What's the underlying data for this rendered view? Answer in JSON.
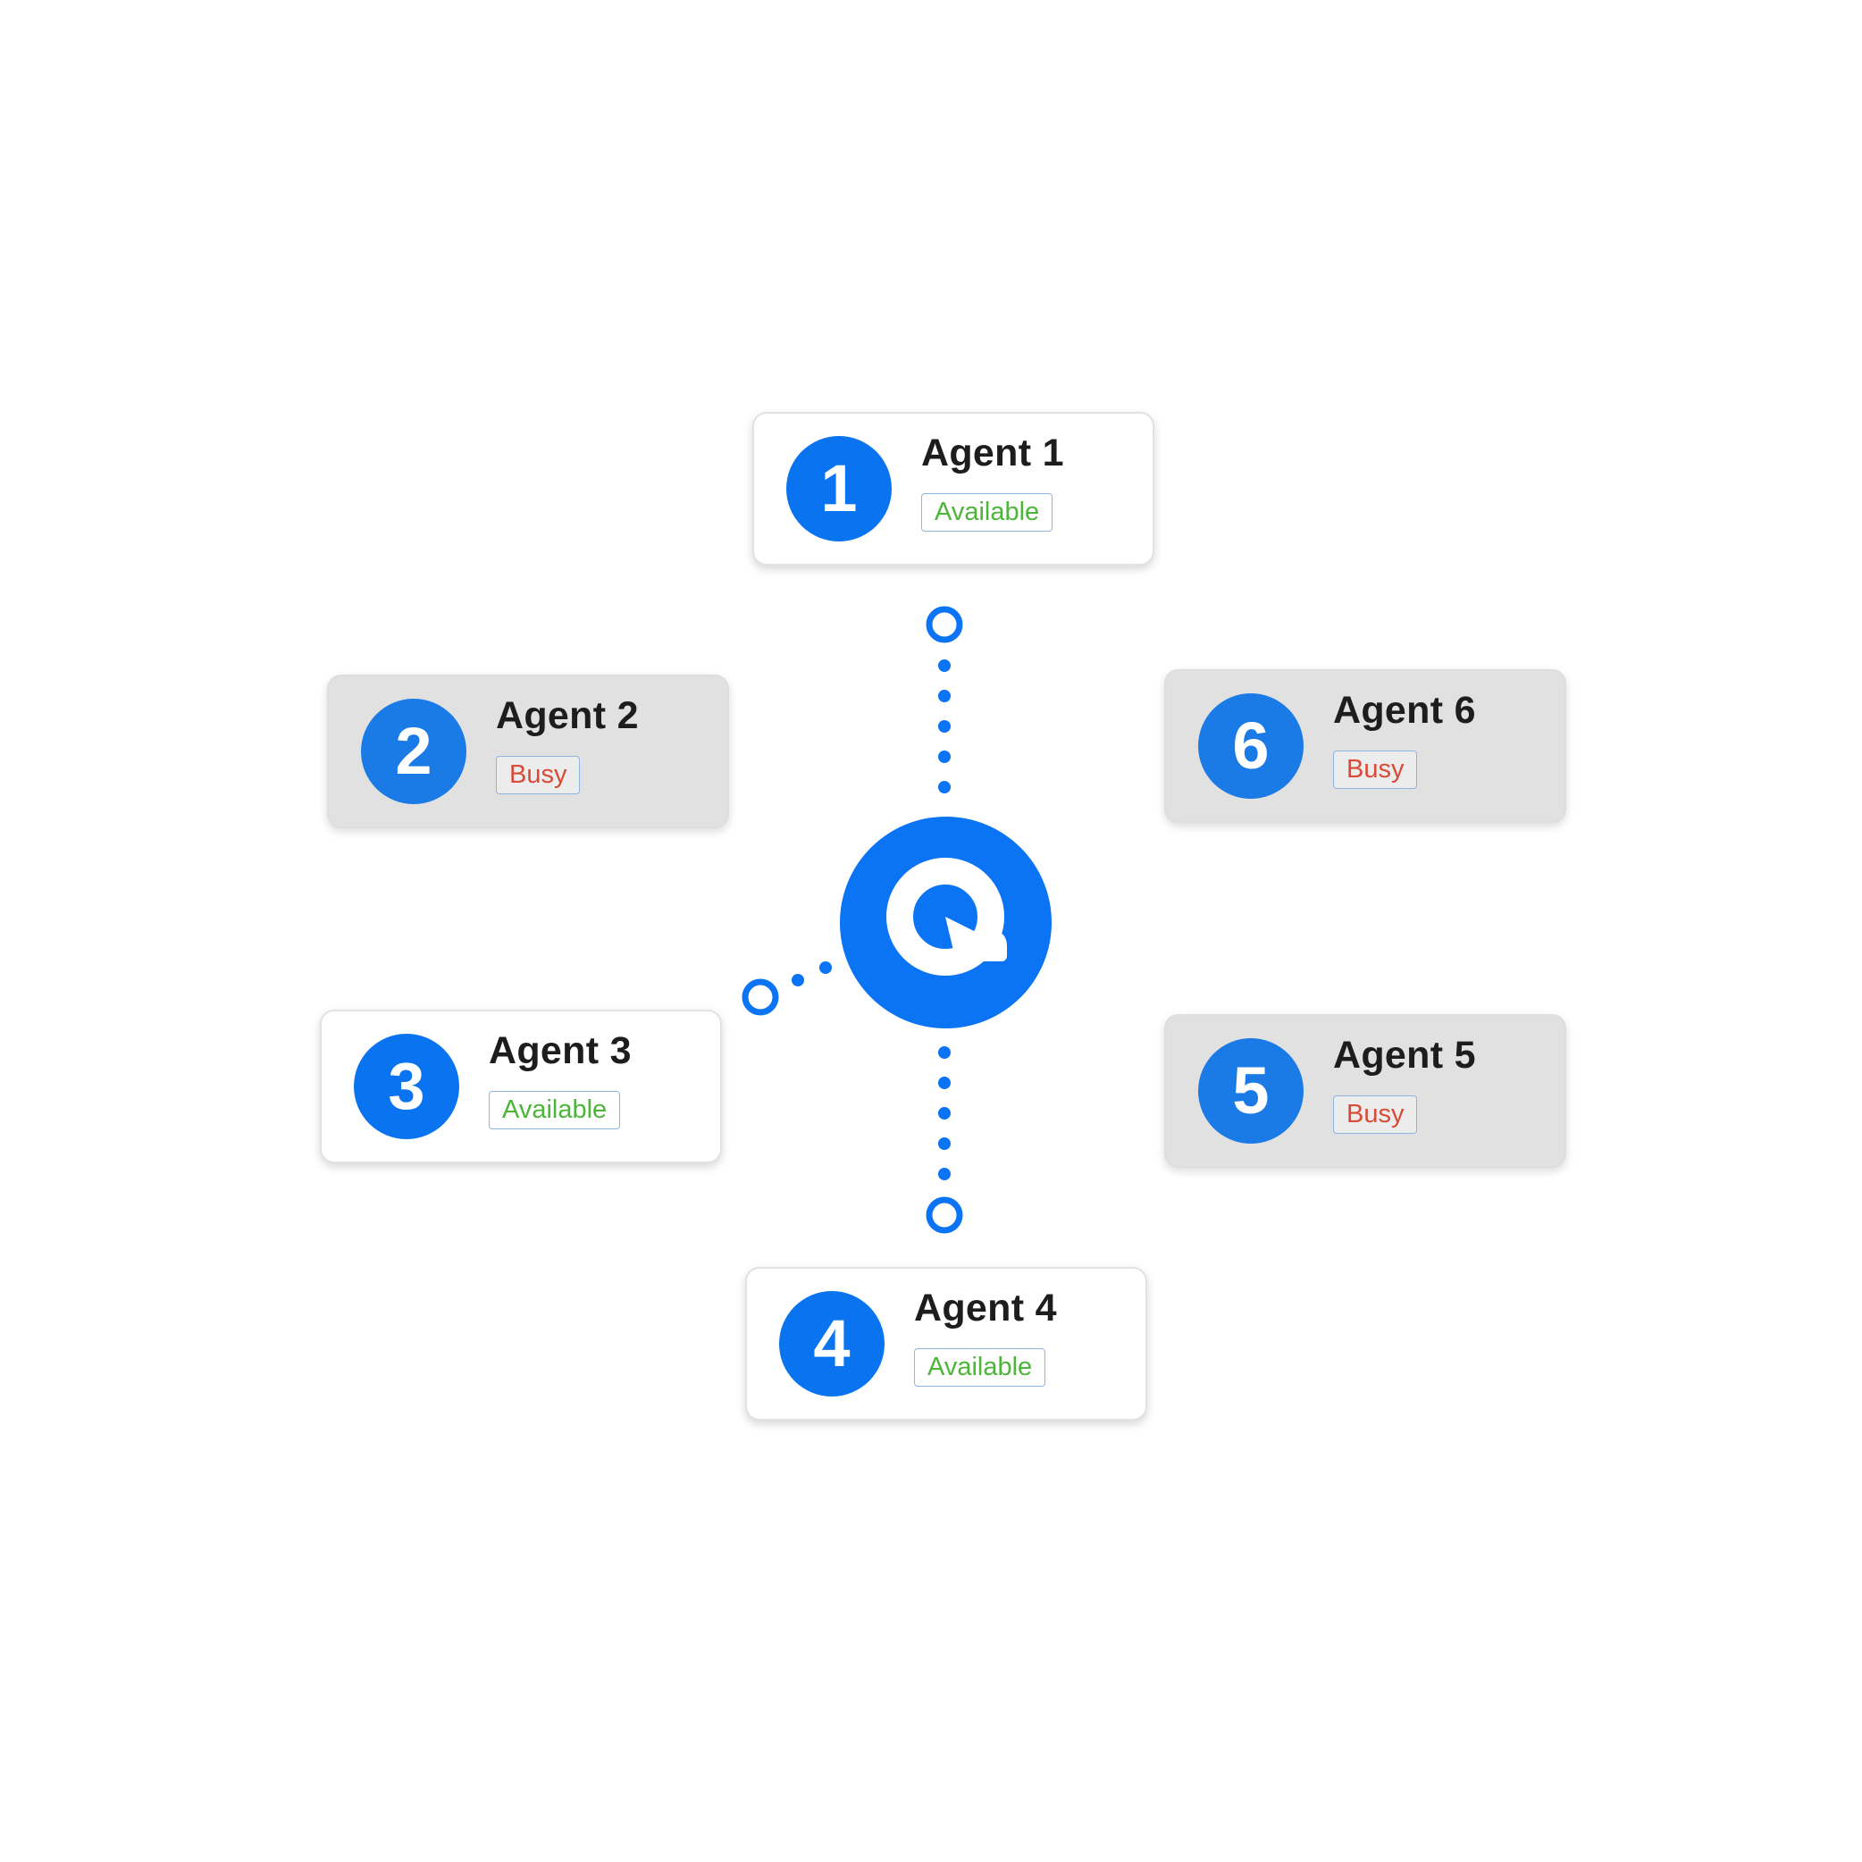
{
  "colors": {
    "accent": "#0a74f0",
    "available": "#4cb53a",
    "busy": "#d94a38",
    "busy_card_bg": "#e1e1e1"
  },
  "hub": {
    "icon": "q-logo-icon"
  },
  "agents": [
    {
      "number": "1",
      "name": "Agent 1",
      "status": "Available"
    },
    {
      "number": "2",
      "name": "Agent 2",
      "status": "Busy"
    },
    {
      "number": "3",
      "name": "Agent 3",
      "status": "Available"
    },
    {
      "number": "4",
      "name": "Agent 4",
      "status": "Available"
    },
    {
      "number": "5",
      "name": "Agent 5",
      "status": "Busy"
    },
    {
      "number": "6",
      "name": "Agent 6",
      "status": "Busy"
    }
  ]
}
